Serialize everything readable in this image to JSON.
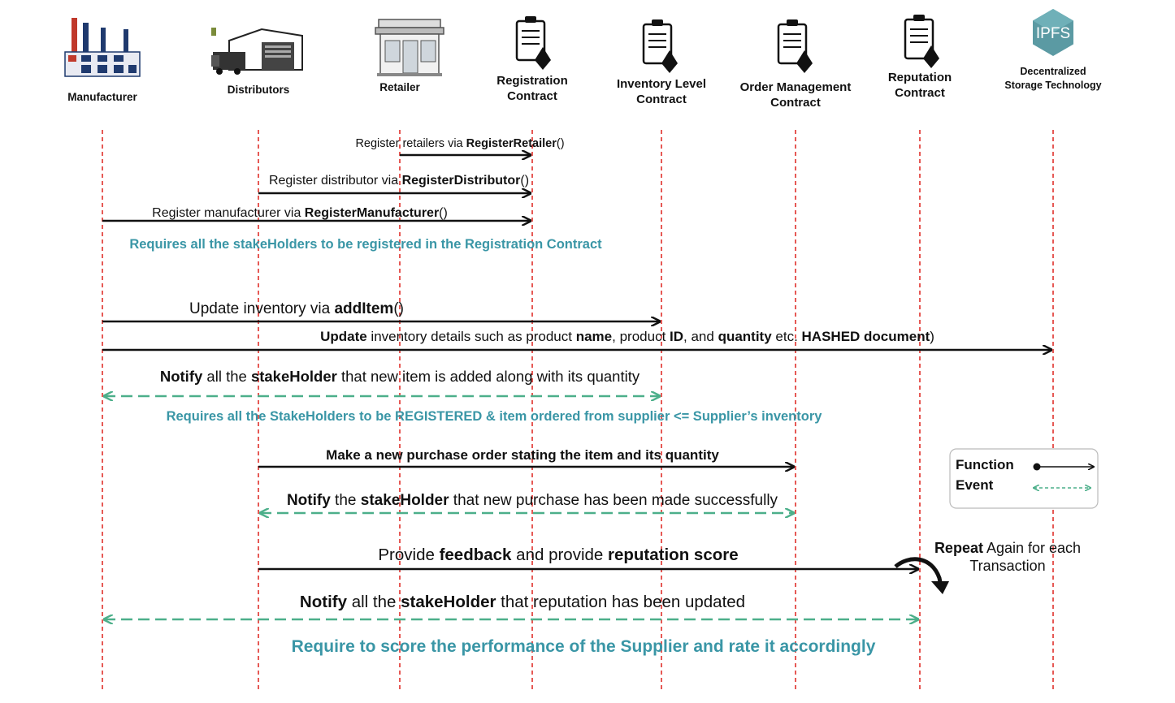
{
  "actors": [
    {
      "id": "manufacturer",
      "label": [
        "Manufacturer"
      ],
      "icon": "factory-icon"
    },
    {
      "id": "distributors",
      "label": [
        "Distributors"
      ],
      "icon": "warehouse-truck-icon"
    },
    {
      "id": "retailer",
      "label": [
        "Retailer"
      ],
      "icon": "storefront-icon"
    },
    {
      "id": "registration",
      "label": [
        "Registration",
        "Contract"
      ],
      "icon": "contract-clipboard-icon"
    },
    {
      "id": "inventory",
      "label": [
        "Inventory Level",
        "Contract"
      ],
      "icon": "contract-clipboard-icon"
    },
    {
      "id": "order",
      "label": [
        "Order Management",
        "Contract"
      ],
      "icon": "contract-clipboard-icon"
    },
    {
      "id": "reputation",
      "label": [
        "Reputation",
        "Contract"
      ],
      "icon": "contract-clipboard-icon"
    },
    {
      "id": "ipfs",
      "label": [
        "Decentralized",
        "Storage Technology"
      ],
      "icon": "ipfs-hexagon-icon",
      "badge": "IPFS"
    }
  ],
  "messages": [
    {
      "id": "register-retailer",
      "from": "retailer",
      "to": "registration",
      "kind": "function",
      "parts": [
        {
          "t": "Register retailers via ",
          "b": false
        },
        {
          "t": "RegisterRetailer",
          "b": true
        },
        {
          "t": "()",
          "b": false
        }
      ]
    },
    {
      "id": "register-distributor",
      "from": "distributors",
      "to": "registration",
      "kind": "function",
      "parts": [
        {
          "t": "Register distributor via ",
          "b": false
        },
        {
          "t": "RegisterDistributor",
          "b": true
        },
        {
          "t": "()",
          "b": false
        }
      ]
    },
    {
      "id": "register-manufacturer",
      "from": "manufacturer",
      "to": "registration",
      "kind": "function",
      "parts": [
        {
          "t": "Register manufacturer via ",
          "b": false
        },
        {
          "t": "RegisterManufacturer",
          "b": true
        },
        {
          "t": "()",
          "b": false
        }
      ]
    },
    {
      "id": "add-item",
      "from": "manufacturer",
      "to": "inventory",
      "kind": "function",
      "parts": [
        {
          "t": "Update inventory via ",
          "b": false
        },
        {
          "t": "addItem",
          "b": true
        },
        {
          "t": "()",
          "b": false
        }
      ]
    },
    {
      "id": "update-ipfs",
      "from": "manufacturer",
      "to": "ipfs",
      "kind": "function",
      "parts": [
        {
          "t": "Update",
          "b": true
        },
        {
          "t": " inventory details such as product ",
          "b": false
        },
        {
          "t": "name",
          "b": true
        },
        {
          "t": ", product ",
          "b": false
        },
        {
          "t": "ID",
          "b": true
        },
        {
          "t": ", and ",
          "b": false
        },
        {
          "t": "quantity",
          "b": true
        },
        {
          "t": " etc. ",
          "b": false
        },
        {
          "t": "HASHED document",
          "b": true
        },
        {
          "t": ")",
          "b": false
        }
      ]
    },
    {
      "id": "notify-item",
      "from": "manufacturer",
      "to": "inventory",
      "kind": "event",
      "parts": [
        {
          "t": "Notify",
          "b": true
        },
        {
          "t": " all the ",
          "b": false
        },
        {
          "t": "stakeHolder",
          "b": true
        },
        {
          "t": " that new item is added along with its quantity",
          "b": false
        }
      ]
    },
    {
      "id": "purchase-order",
      "from": "distributors",
      "to": "order",
      "kind": "function",
      "parts": [
        {
          "t": "Make a new purchase order stating the item and its quantity",
          "b": true
        }
      ]
    },
    {
      "id": "notify-purchase",
      "from": "distributors",
      "to": "order",
      "kind": "event",
      "parts": [
        {
          "t": "Notify",
          "b": true
        },
        {
          "t": " the ",
          "b": false
        },
        {
          "t": "stakeHolder",
          "b": true
        },
        {
          "t": " that new purchase has been made successfully",
          "b": false
        }
      ]
    },
    {
      "id": "feedback",
      "from": "distributors",
      "to": "reputation",
      "kind": "function",
      "parts": [
        {
          "t": "Provide ",
          "b": false
        },
        {
          "t": "feedback",
          "b": true
        },
        {
          "t": " and provide ",
          "b": false
        },
        {
          "t": "reputation score",
          "b": true
        }
      ]
    },
    {
      "id": "notify-reputation",
      "from": "manufacturer",
      "to": "reputation",
      "kind": "event",
      "parts": [
        {
          "t": "Notify",
          "b": true
        },
        {
          "t": " all the ",
          "b": false
        },
        {
          "t": "stakeHolder",
          "b": true
        },
        {
          "t": " that reputation has been updated",
          "b": false
        }
      ]
    }
  ],
  "notes": [
    {
      "id": "note-registered",
      "text": "Requires all the stakeHolders to be registered in the Registration Contract"
    },
    {
      "id": "note-inventory",
      "text": "Requires all the StakeHolders to be REGISTERED & item ordered from supplier <= Supplier’s inventory"
    },
    {
      "id": "note-score",
      "text": "Require to score the performance of the Supplier and rate it accordingly"
    }
  ],
  "repeat": {
    "parts": [
      {
        "t": "Repeat",
        "b": true
      },
      {
        "t": " Again for each",
        "b": false
      }
    ],
    "line2": "Transaction"
  },
  "legend": {
    "function_label": "Function",
    "event_label": "Event"
  },
  "colors": {
    "lifeline": "#e0302b",
    "function_arrow": "#111111",
    "event_arrow": "#4caf8a",
    "note_text": "#3a96a6",
    "ipfs_badge": "#5b9aa3"
  }
}
